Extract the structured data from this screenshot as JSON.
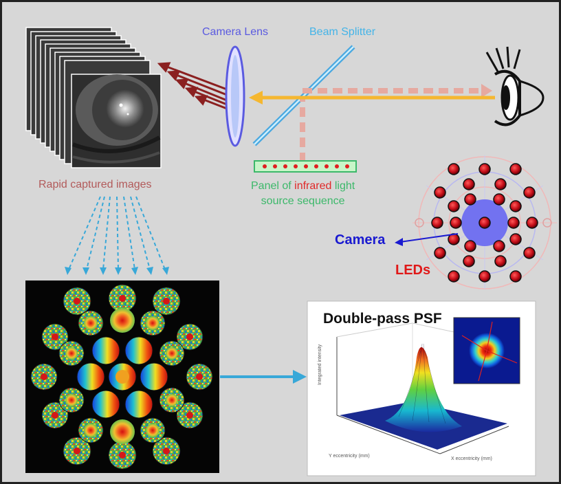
{
  "labels": {
    "camera_lens": "Camera Lens",
    "beam_splitter": "Beam Splitter",
    "rapid_captured": "Rapid captured images",
    "panel_line1_pre": "Panel of ",
    "panel_line1_hi": "infrared",
    "panel_line1_post": " light",
    "panel_line2": "source sequence",
    "camera": "Camera",
    "leds": "LEDs",
    "psf_title": "Double-pass PSF"
  },
  "psf_plot": {
    "zlabel": "Integrated intensity",
    "xlabel": "X eccentricity (mm)",
    "ylabel": "Y eccentricity (mm)"
  },
  "colors": {
    "background": "#d7d7d7",
    "lens_label": "#5a5ae0",
    "splitter_label": "#44b4e8",
    "rapid_label": "#b25a5a",
    "panel_label": "#3cb86a",
    "infrared": "#e02828",
    "camera_label": "#1a1ad0",
    "leds_label": "#e01818",
    "led_fill": "#c8101a",
    "beam_orange": "#f5b730",
    "beam_dashed": "#e6a9a0",
    "dark_red_arrows": "#8b2020",
    "cyan_arrows": "#38a8d8"
  }
}
